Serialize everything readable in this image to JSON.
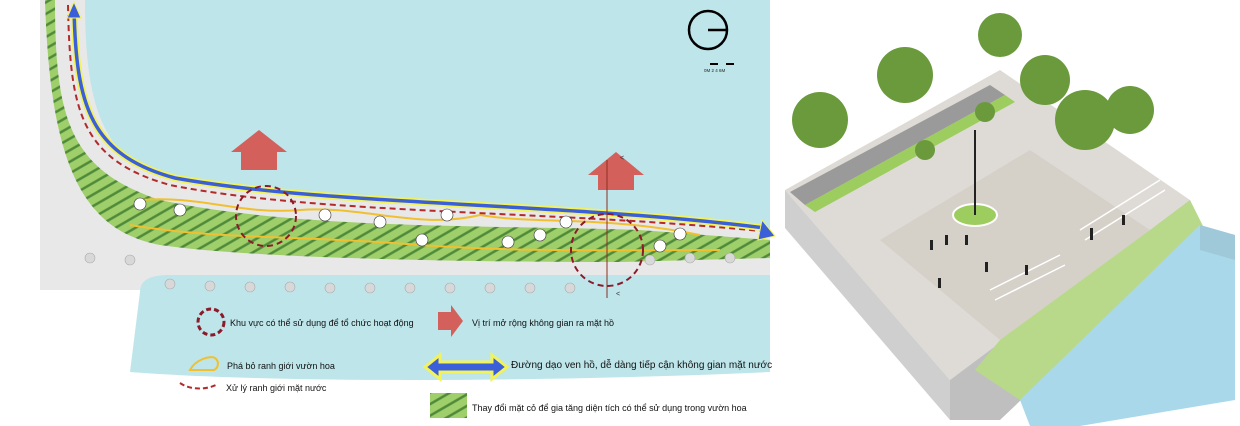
{
  "scale_bar": {
    "label": "0M 2 4 6M"
  },
  "legend": {
    "activity_area": "Khu vực có thể sử dụng để tổ chức hoạt động",
    "expand_space": "Vị trí mở rộng không gian ra mặt hồ",
    "garden_boundary": "Phá bỏ ranh giới vườn hoa",
    "promenade": "Đường dạo ven hồ, dễ dàng tiếp cận không gian mặt nước",
    "water_edge": "Xử lý ranh giới mặt nước",
    "lawn_change": "Thay đổi mặt cỏ để gia tăng diện tích có thể sử dụng trong vườn hoa"
  },
  "section_marks": [
    "<",
    "<"
  ],
  "colors": {
    "water": "#bde5ea",
    "promenade": "#3a5fd9",
    "promenade_outline": "#f2f25a",
    "arrow": "#d4605c",
    "circle": "#8b1a2a",
    "lawn": "#9fcf6a",
    "boundary": "#f0c030"
  }
}
